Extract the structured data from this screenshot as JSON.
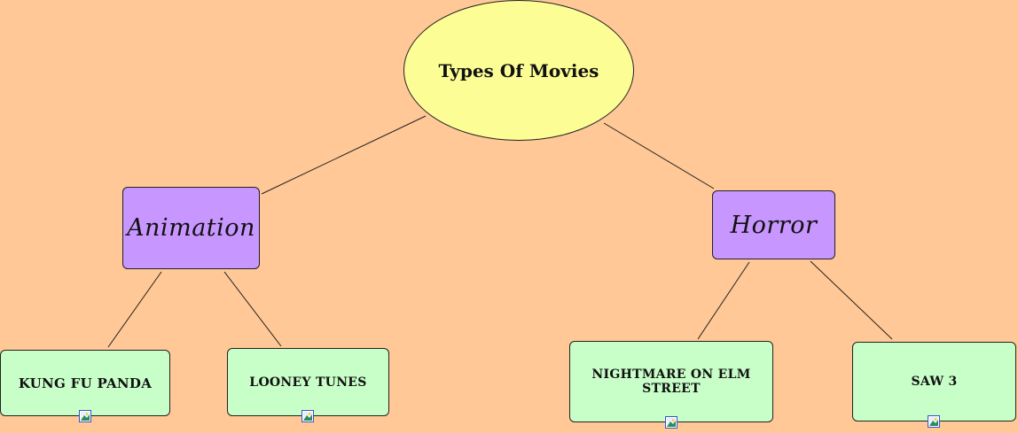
{
  "diagram": {
    "root": {
      "label": "Types Of Movies"
    },
    "categories": [
      {
        "label": "Animation"
      },
      {
        "label": "Horror"
      }
    ],
    "leaves": [
      {
        "label": "Kung Fu Panda",
        "category": "Animation"
      },
      {
        "label": "Looney Tunes",
        "category": "Animation"
      },
      {
        "label": "Nightmare On Elm Street",
        "category": "Horror"
      },
      {
        "label": "Saw 3",
        "category": "Horror"
      }
    ],
    "colors": {
      "background": "#ffc896",
      "root": "#fdfd96",
      "category": "#c896ff",
      "leaf": "#c8ffc8"
    }
  }
}
